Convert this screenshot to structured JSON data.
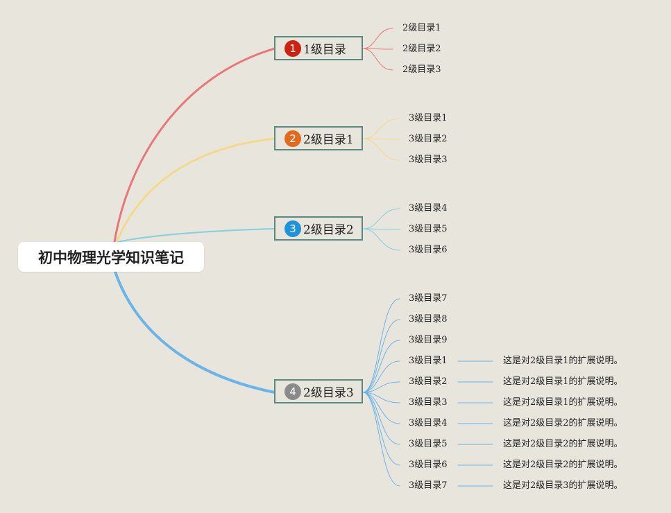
{
  "root": {
    "label": "初中物理光学知识笔记"
  },
  "branches": [
    {
      "badge": "1",
      "label": "1级目录",
      "color": "#e97777",
      "badge_color": "#cc2211",
      "children": [
        "2级目录1",
        "2级目录2",
        "2级目录3"
      ]
    },
    {
      "badge": "2",
      "label": "2级目录1",
      "color": "#f5d98b",
      "badge_color": "#e26a1e",
      "children": [
        "3级目录1",
        "3级目录2",
        "3级目录3"
      ]
    },
    {
      "badge": "3",
      "label": "2级目录2",
      "color": "#7fd0e0",
      "badge_color": "#1f93d8",
      "children": [
        "3级目录4",
        "3级目录5",
        "3级目录6"
      ]
    },
    {
      "badge": "4",
      "label": "2级目录3",
      "color": "#6ab4e8",
      "badge_color": "#8a8a8a",
      "children": [
        "3级目录7",
        "3级目录8",
        "3级目录9",
        "3级目录1",
        "3级目录2",
        "3级目录3",
        "3级目录4",
        "3级目录5",
        "3级目录6",
        "3级目录7"
      ]
    }
  ],
  "notes": [
    "这是对2级目录1的扩展说明。",
    "这是对2级目录1的扩展说明。",
    "这是对2级目录1的扩展说明。",
    "这是对2级目录2的扩展说明。",
    "这是对2级目录2的扩展说明。",
    "这是对2级目录2的扩展说明。",
    "这是对2级目录3的扩展说明。"
  ]
}
